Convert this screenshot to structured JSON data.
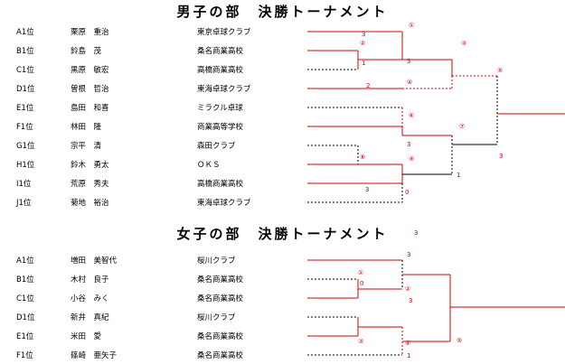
{
  "men": {
    "title": "男子の部　決勝トーナメント",
    "players": [
      {
        "seed": "A1位",
        "name": "栗原　重治",
        "club": "東京卓球クラブ"
      },
      {
        "seed": "B1位",
        "name": "鈴島　茂",
        "club": "桑名商業高校"
      },
      {
        "seed": "C1位",
        "name": "黒原　敏宏",
        "club": "高橋商業高校"
      },
      {
        "seed": "D1位",
        "name": "曽根　哲治",
        "club": "東海卓球クラブ"
      },
      {
        "seed": "E1位",
        "name": "島田　和喜",
        "club": "ミラクル卓球"
      },
      {
        "seed": "F1位",
        "name": "林田　隆",
        "club": "商業高等学校"
      },
      {
        "seed": "G1位",
        "name": "宗平　清",
        "club": "森田クラブ"
      },
      {
        "seed": "H1位",
        "name": "鈴木　勇太",
        "club": "ＯＫＳ"
      },
      {
        "seed": "I1位",
        "name": "荒原　秀夫",
        "club": "高橋商業高校"
      },
      {
        "seed": "J1位",
        "name": "菊地　裕治",
        "club": "東海卓球クラブ"
      }
    ],
    "match_marks": [
      "①",
      "②",
      "③",
      "④",
      "⑤",
      "⑥",
      "⑦",
      "⑧",
      "⑨"
    ],
    "score_marks": [
      "3",
      "1",
      "3",
      "2",
      "3",
      "3",
      "1",
      "3",
      "0"
    ]
  },
  "women": {
    "title": "女子の部　決勝トーナメント",
    "players": [
      {
        "seed": "A1位",
        "name": "増田　美智代",
        "club": "桜川クラブ"
      },
      {
        "seed": "B1位",
        "name": "木村　良子",
        "club": "桑名商業高校"
      },
      {
        "seed": "C1位",
        "name": "小谷　みく",
        "club": "桑名商業高校"
      },
      {
        "seed": "D1位",
        "name": "新井　真紀",
        "club": "桜川クラブ"
      },
      {
        "seed": "E1位",
        "name": "米田　愛",
        "club": "桑名商業高校"
      },
      {
        "seed": "F1位",
        "name": "篠崎　亜矢子",
        "club": "桑名商業高校"
      }
    ],
    "match_marks": [
      "①",
      "②",
      "③",
      "④",
      "⑤"
    ],
    "score_marks": [
      "3",
      "0",
      "3",
      "3",
      "1"
    ]
  }
}
